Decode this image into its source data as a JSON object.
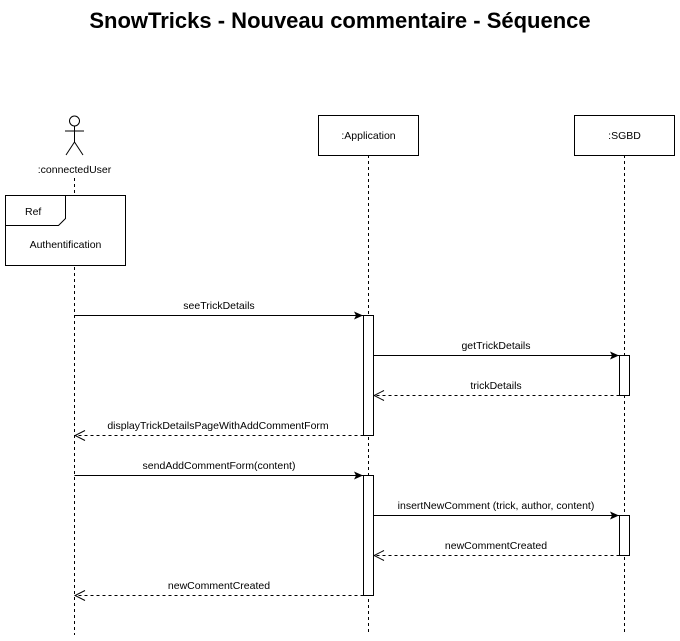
{
  "title": "SnowTricks - Nouveau commentaire - Séquence",
  "actors": [
    {
      "id": "user",
      "label": ":connectedUser",
      "kind": "actor"
    },
    {
      "id": "app",
      "label": ":Application",
      "kind": "object"
    },
    {
      "id": "db",
      "label": ":SGBD",
      "kind": "object"
    }
  ],
  "ref_frame": {
    "tag": "Ref",
    "label": "Authentification"
  },
  "messages": [
    {
      "from": "user",
      "to": "app",
      "label": "seeTrickDetails",
      "kind": "sync"
    },
    {
      "from": "app",
      "to": "db",
      "label": "getTrickDetails",
      "kind": "sync"
    },
    {
      "from": "db",
      "to": "app",
      "label": "trickDetails",
      "kind": "return"
    },
    {
      "from": "app",
      "to": "user",
      "label": "displayTrickDetailsPageWithAddCommentForm",
      "kind": "return"
    },
    {
      "from": "user",
      "to": "app",
      "label": "sendAddCommentForm(content)",
      "kind": "sync"
    },
    {
      "from": "app",
      "to": "db",
      "label": "insertNewComment (trick, author, content)",
      "kind": "sync"
    },
    {
      "from": "db",
      "to": "app",
      "label": "newCommentCreated",
      "kind": "return"
    },
    {
      "from": "app",
      "to": "user",
      "label": "newCommentCreated",
      "kind": "return"
    }
  ]
}
